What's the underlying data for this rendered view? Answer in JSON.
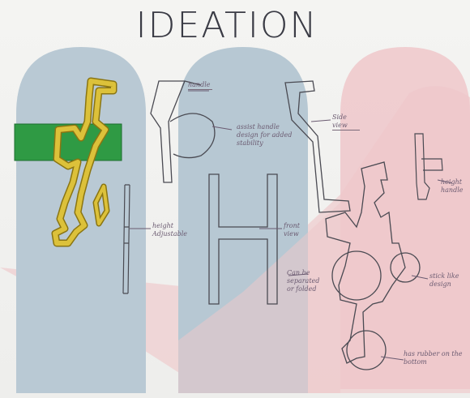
{
  "title": "IDEATION",
  "annotations": {
    "handle": "handle",
    "assist_handle": "assist handle design for added stability",
    "side_view": "Side view",
    "height_adjustable": "height Adjustable",
    "front_view": "front view",
    "height_handle": "height handle",
    "can_be_separated": "Can be separated or folded",
    "stick_like_design": "stick like design",
    "has_rubber": "has rubber on the bottom"
  },
  "colors": {
    "blue_panel": "#b9c9d4",
    "pink_panel": "#eec9cb",
    "marker_yellow": "#d4b52e",
    "marker_green": "#2f9a44",
    "pencil": "#4a4a52"
  }
}
